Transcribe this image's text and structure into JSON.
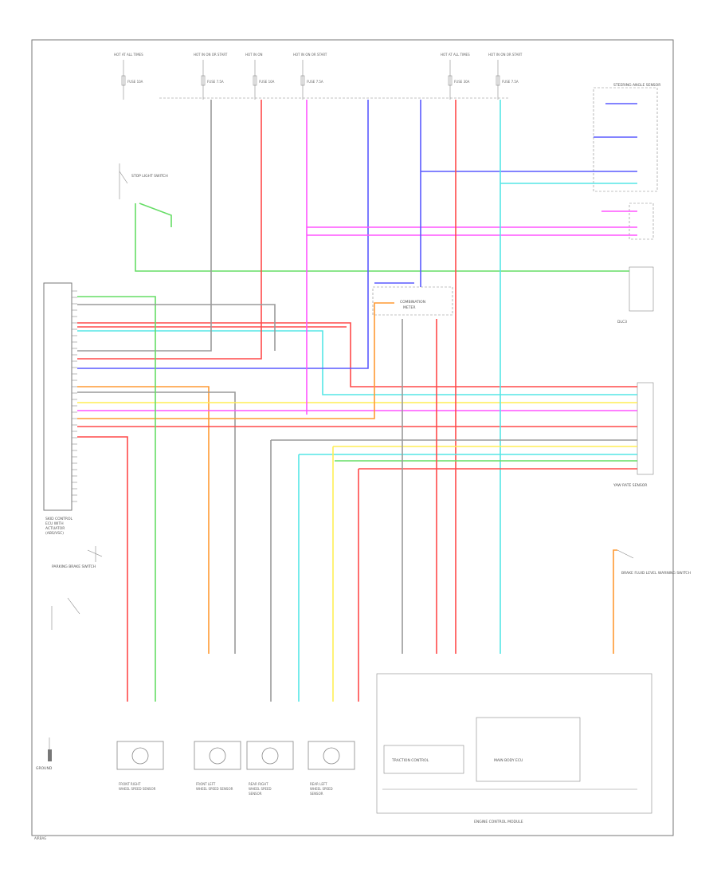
{
  "diagram": {
    "footer_code": "AIRBAG",
    "wire_colors": {
      "red": "#ff4a4a",
      "green": "#66dd66",
      "blue": "#5a5aff",
      "magenta": "#ff55ff",
      "cyan": "#55e6e6",
      "orange": "#ff9a33",
      "yellow": "#ffee55",
      "gray": "#9a9a9a",
      "light_gray": "#bdbdbd"
    },
    "top_fuses": [
      {
        "label": "HOT AT ALL TIMES",
        "fuse": "FUSE 10A"
      },
      {
        "label": "HOT IN ON OR START",
        "fuse": "FUSE 7.5A"
      },
      {
        "label": "HOT IN ON",
        "fuse": "FUSE 10A"
      },
      {
        "label": "HOT IN ON OR START",
        "fuse": "FUSE 7.5A"
      },
      {
        "label": "HOT AT ALL TIMES",
        "fuse": "FUSE 30A"
      },
      {
        "label": "HOT IN ON OR START",
        "fuse": "FUSE 7.5A"
      }
    ],
    "ecu": {
      "label_lines": [
        "SKID CONTROL",
        "ECU WITH",
        "ACTUATOR",
        "(ABS/VSC)"
      ],
      "switch_label": "STOP LIGHT SWITCH",
      "parking_switch_label": "PARKING BRAKE SWITCH"
    },
    "sensors": [
      {
        "name": "FRONT RIGHT SPEED SENSOR",
        "lines": [
          "FRONT RIGHT",
          "WHEEL SPEED SENSOR"
        ]
      },
      {
        "name": "FRONT LEFT SPEED SENSOR",
        "lines": [
          "FRONT LEFT",
          "WHEEL SPEED SENSOR"
        ]
      },
      {
        "name": "REAR RIGHT SPEED SENSOR",
        "lines": [
          "REAR RIGHT",
          "WHEEL SPEED",
          "SENSOR"
        ]
      },
      {
        "name": "REAR LEFT SPEED SENSOR",
        "lines": [
          "REAR LEFT",
          "WHEEL SPEED",
          "SENSOR"
        ]
      }
    ],
    "ground_label": "GROUND",
    "combination_meter": {
      "label_lines": [
        "COMBINATION",
        "METER"
      ]
    },
    "right_components": [
      {
        "label": "STEERING ANGLE SENSOR"
      },
      {
        "label": "YAW RATE SENSOR"
      },
      {
        "label": "DLC3"
      },
      {
        "label": "BRAKE FLUID LEVEL WARNING SWITCH"
      }
    ],
    "bottom_box": {
      "title": "ENGINE CONTROL MODULE",
      "sub_left": "TRACTION CONTROL",
      "sub_right": "MAIN BODY ECU"
    }
  }
}
